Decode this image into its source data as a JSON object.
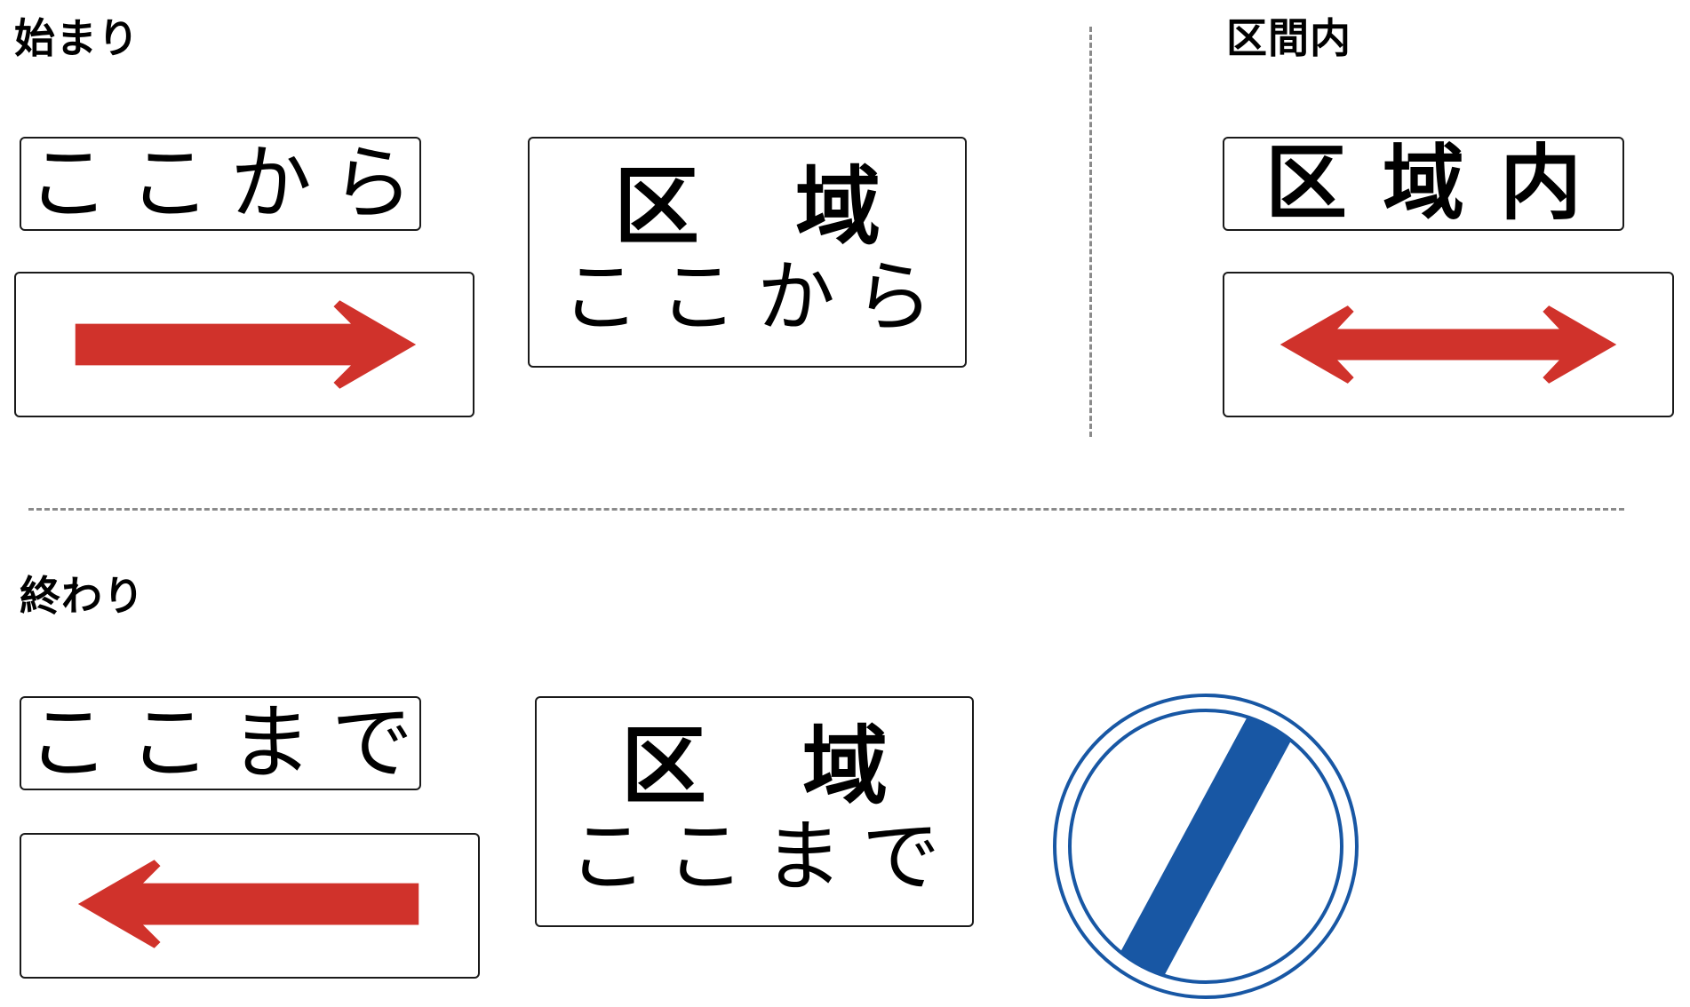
{
  "sections": {
    "start": "始まり",
    "zone": "区間内",
    "end": "終わり"
  },
  "signs": {
    "start_text": "ここから",
    "start_area_line1": "区域",
    "start_area_line2": "ここから",
    "zone_text": "区域内",
    "end_text": "ここまで",
    "end_area_line1": "区域",
    "end_area_line2": "ここまで"
  },
  "colors": {
    "arrow_red": "#d0322b",
    "end_blue": "#1857a4",
    "divider": "#8a8a8a"
  },
  "icons": {
    "start_arrow": "arrow-right-icon",
    "zone_arrow": "arrow-double-icon",
    "end_arrow": "arrow-left-icon",
    "end_sign": "end-of-restriction-icon"
  }
}
